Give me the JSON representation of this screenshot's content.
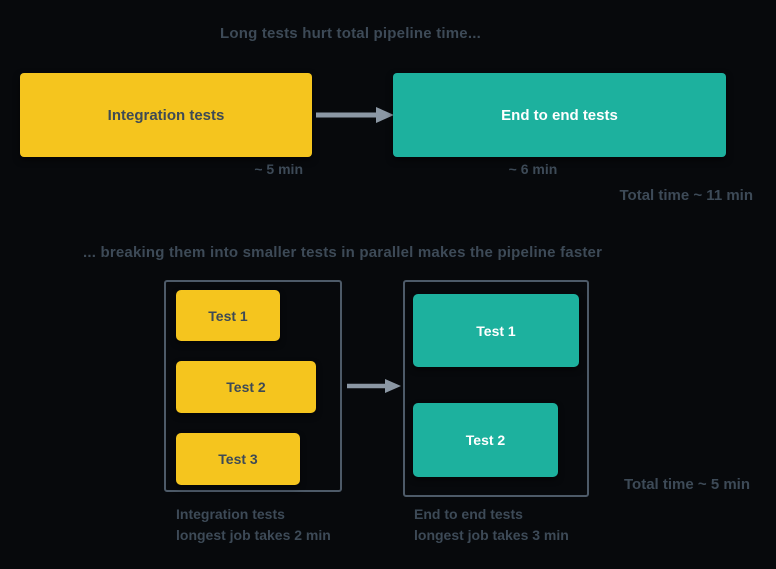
{
  "colors": {
    "background": "#07090c",
    "yellow_box": "#f5c51e",
    "teal_box": "#1db19e",
    "slate_text": "#3d4a57",
    "yellow_box_text": "#3e4a55",
    "teal_box_text": "#ffffff",
    "arrow": "#8b97a4",
    "group_border": "#4d5a68"
  },
  "section_serial": {
    "title": "Long tests hurt total pipeline time...",
    "stages": [
      {
        "label": "Integration tests",
        "duration": "~ 5 min",
        "color": "yellow"
      },
      {
        "label": "End to end tests",
        "duration": "~ 6 min",
        "color": "teal"
      }
    ],
    "total": "Total time ~ 11 min"
  },
  "section_parallel": {
    "title": "...  breaking them into smaller tests in parallel makes the pipeline faster",
    "groups": [
      {
        "tests": [
          "Test 1",
          "Test 2",
          "Test 3"
        ],
        "caption_line1": "Integration tests",
        "caption_line2": "longest job takes 2 min",
        "color": "yellow"
      },
      {
        "tests": [
          "Test 1",
          "Test 2"
        ],
        "caption_line1": "End to end tests",
        "caption_line2": "longest job takes 3 min",
        "color": "teal"
      }
    ],
    "total": "Total time ~ 5 min"
  }
}
